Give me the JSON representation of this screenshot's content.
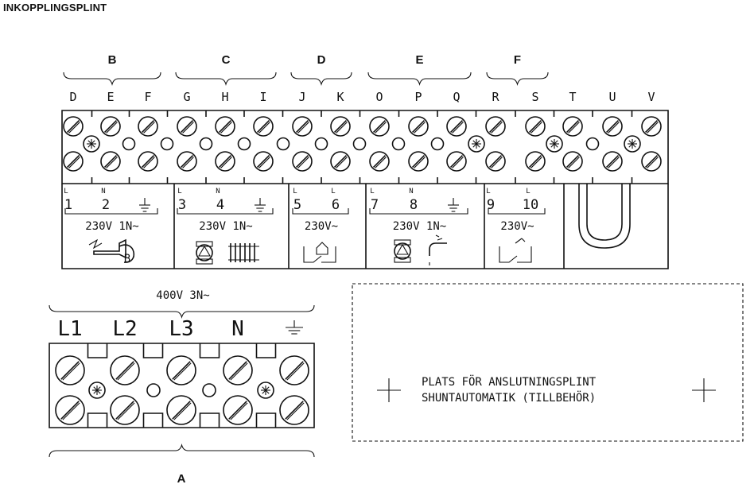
{
  "title": "INKOPPLINGSPLINT",
  "groups": [
    {
      "label": "B",
      "terminals": [
        "D",
        "E",
        "F"
      ],
      "numbers": [
        "1",
        "2",
        ""
      ],
      "sublabels": [
        "L",
        "N",
        ""
      ],
      "voltage": "230V 1N~",
      "icon": "oil-burner-icon"
    },
    {
      "label": "C",
      "terminals": [
        "G",
        "H",
        "I"
      ],
      "numbers": [
        "3",
        "4",
        ""
      ],
      "sublabels": [
        "L",
        "N",
        ""
      ],
      "voltage": "230V 1N~",
      "icon": "pump-radiator-icon"
    },
    {
      "label": "D",
      "terminals": [
        "J",
        "K"
      ],
      "numbers": [
        "5",
        "6"
      ],
      "sublabels": [
        "L",
        "L"
      ],
      "voltage": "230V~",
      "icon": "room-switch-icon"
    },
    {
      "label": "E",
      "terminals": [
        "O",
        "P",
        "Q"
      ],
      "numbers": [
        "7",
        "8",
        ""
      ],
      "sublabels": [
        "L",
        "N",
        ""
      ],
      "voltage": "230V 1N~",
      "icon": "pump-tap-icon"
    },
    {
      "label": "F",
      "terminals": [
        "R",
        "S"
      ],
      "numbers": [
        "9",
        "10"
      ],
      "sublabels": [
        "L",
        "L"
      ],
      "voltage": "230V~",
      "icon": "tap-switch-icon"
    }
  ],
  "extra_terminals": [
    "T",
    "U",
    "V"
  ],
  "supply": {
    "label": "A",
    "voltage": "400V 3N~",
    "terminals": [
      "L1",
      "L2",
      "L3",
      "N",
      "⏚"
    ]
  },
  "accessory": {
    "line1": "PLATS FÖR ANSLUTNINGSPLINT",
    "line2": "SHUNTAUTOMATIK (TILLBEHÖR)"
  }
}
